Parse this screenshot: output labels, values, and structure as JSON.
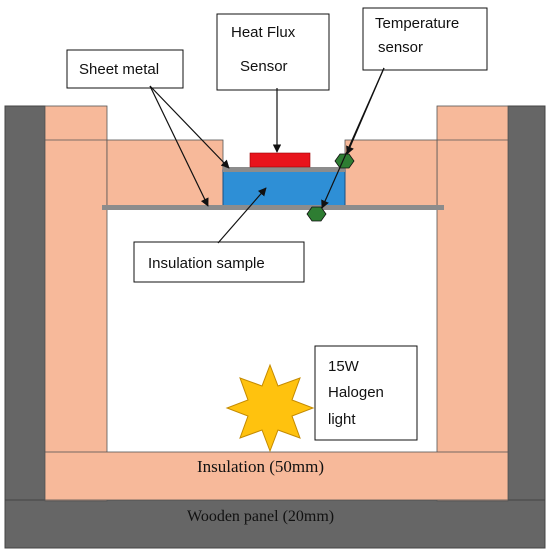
{
  "labels": {
    "sheet_metal": "Sheet metal",
    "heat_flux_line1": "Heat Flux",
    "heat_flux_line2": "Sensor",
    "temp_sensor_line1": "Temperature",
    "temp_sensor_line2": "sensor",
    "insulation_sample": "Insulation sample",
    "halogen_line1": "15W",
    "halogen_line2": "Halogen",
    "halogen_line3": "light",
    "insulation_bottom": "Insulation (50mm)",
    "wooden_panel": "Wooden panel (20mm)"
  },
  "colors": {
    "wood_panel": "#666666",
    "insulation": "#f7b99a",
    "sample": "#2e8fd6",
    "sensor": "#e8141c",
    "sheet_metal": "#8c8c8c",
    "temp_sensor": "#2e7d32",
    "halogen": "#ffc20e"
  },
  "icons": {
    "temperature_sensor": "hexagon",
    "halogen_light": "eight-point-star"
  }
}
